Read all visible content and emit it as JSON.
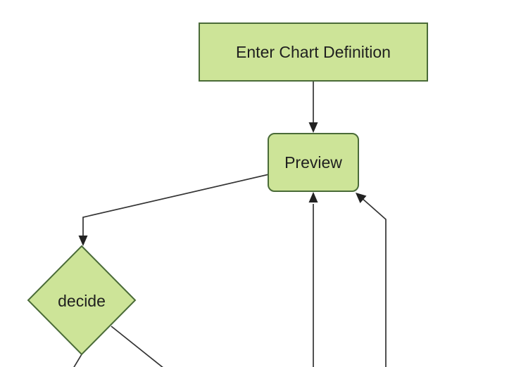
{
  "diagram": {
    "type": "flowchart",
    "direction": "top-down",
    "nodes": [
      {
        "id": "enter-chart-definition",
        "label": "Enter Chart Definition",
        "shape": "rectangle"
      },
      {
        "id": "preview",
        "label": "Preview",
        "shape": "rounded-rectangle"
      },
      {
        "id": "decide",
        "label": "decide",
        "shape": "diamond"
      }
    ],
    "edges": [
      {
        "from": "enter-chart-definition",
        "to": "preview",
        "arrow": true
      },
      {
        "from": "preview",
        "to": "decide",
        "arrow": true
      },
      {
        "from": "offscreen-bottom",
        "to": "preview",
        "arrow": true
      },
      {
        "from": "offscreen-bottom-right",
        "to": "preview",
        "arrow": true
      },
      {
        "from": "decide",
        "to": "offscreen-bottom-left",
        "arrow": false
      },
      {
        "from": "decide",
        "to": "offscreen-bottom-right",
        "arrow": false
      }
    ]
  },
  "colors": {
    "background": "#ffffff",
    "node_fill": "#cde498",
    "node_border": "#4a6b38",
    "node_text": "#1f1f1f",
    "edge_line": "#333333",
    "arrowhead": "#222222"
  }
}
